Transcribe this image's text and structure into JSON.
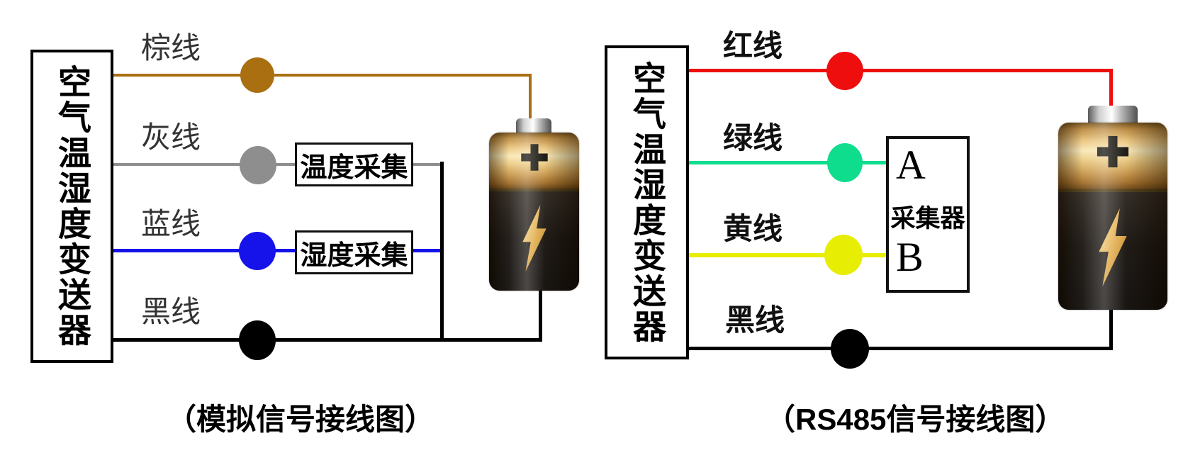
{
  "page": {
    "background": "#ffffff"
  },
  "diagrams": [
    {
      "name": "analog-wiring",
      "device_label": "空气温湿度变送器",
      "caption": "（模拟信号接线图）",
      "wires": [
        {
          "label": "棕线",
          "color": "#aa6f10"
        },
        {
          "label": "灰线",
          "color": "#8e8e8e"
        },
        {
          "label": "蓝线",
          "color": "#1512ea"
        },
        {
          "label": "黑线",
          "color": "#000000"
        }
      ],
      "modules": [
        {
          "label": "温度采集"
        },
        {
          "label": "湿度采集"
        }
      ]
    },
    {
      "name": "rs485-wiring",
      "device_label": "空气温湿度变送器",
      "caption": "（RS485信号接线图）",
      "wires": [
        {
          "label": "红线",
          "color": "#ee0e0e"
        },
        {
          "label": "绿线",
          "color": "#0edd8d"
        },
        {
          "label": "黄线",
          "color": "#e7ee04"
        },
        {
          "label": "黑线",
          "color": "#000000"
        }
      ],
      "collector": {
        "terminal_a": "A",
        "label": "采集器",
        "terminal_b": "B"
      }
    }
  ]
}
